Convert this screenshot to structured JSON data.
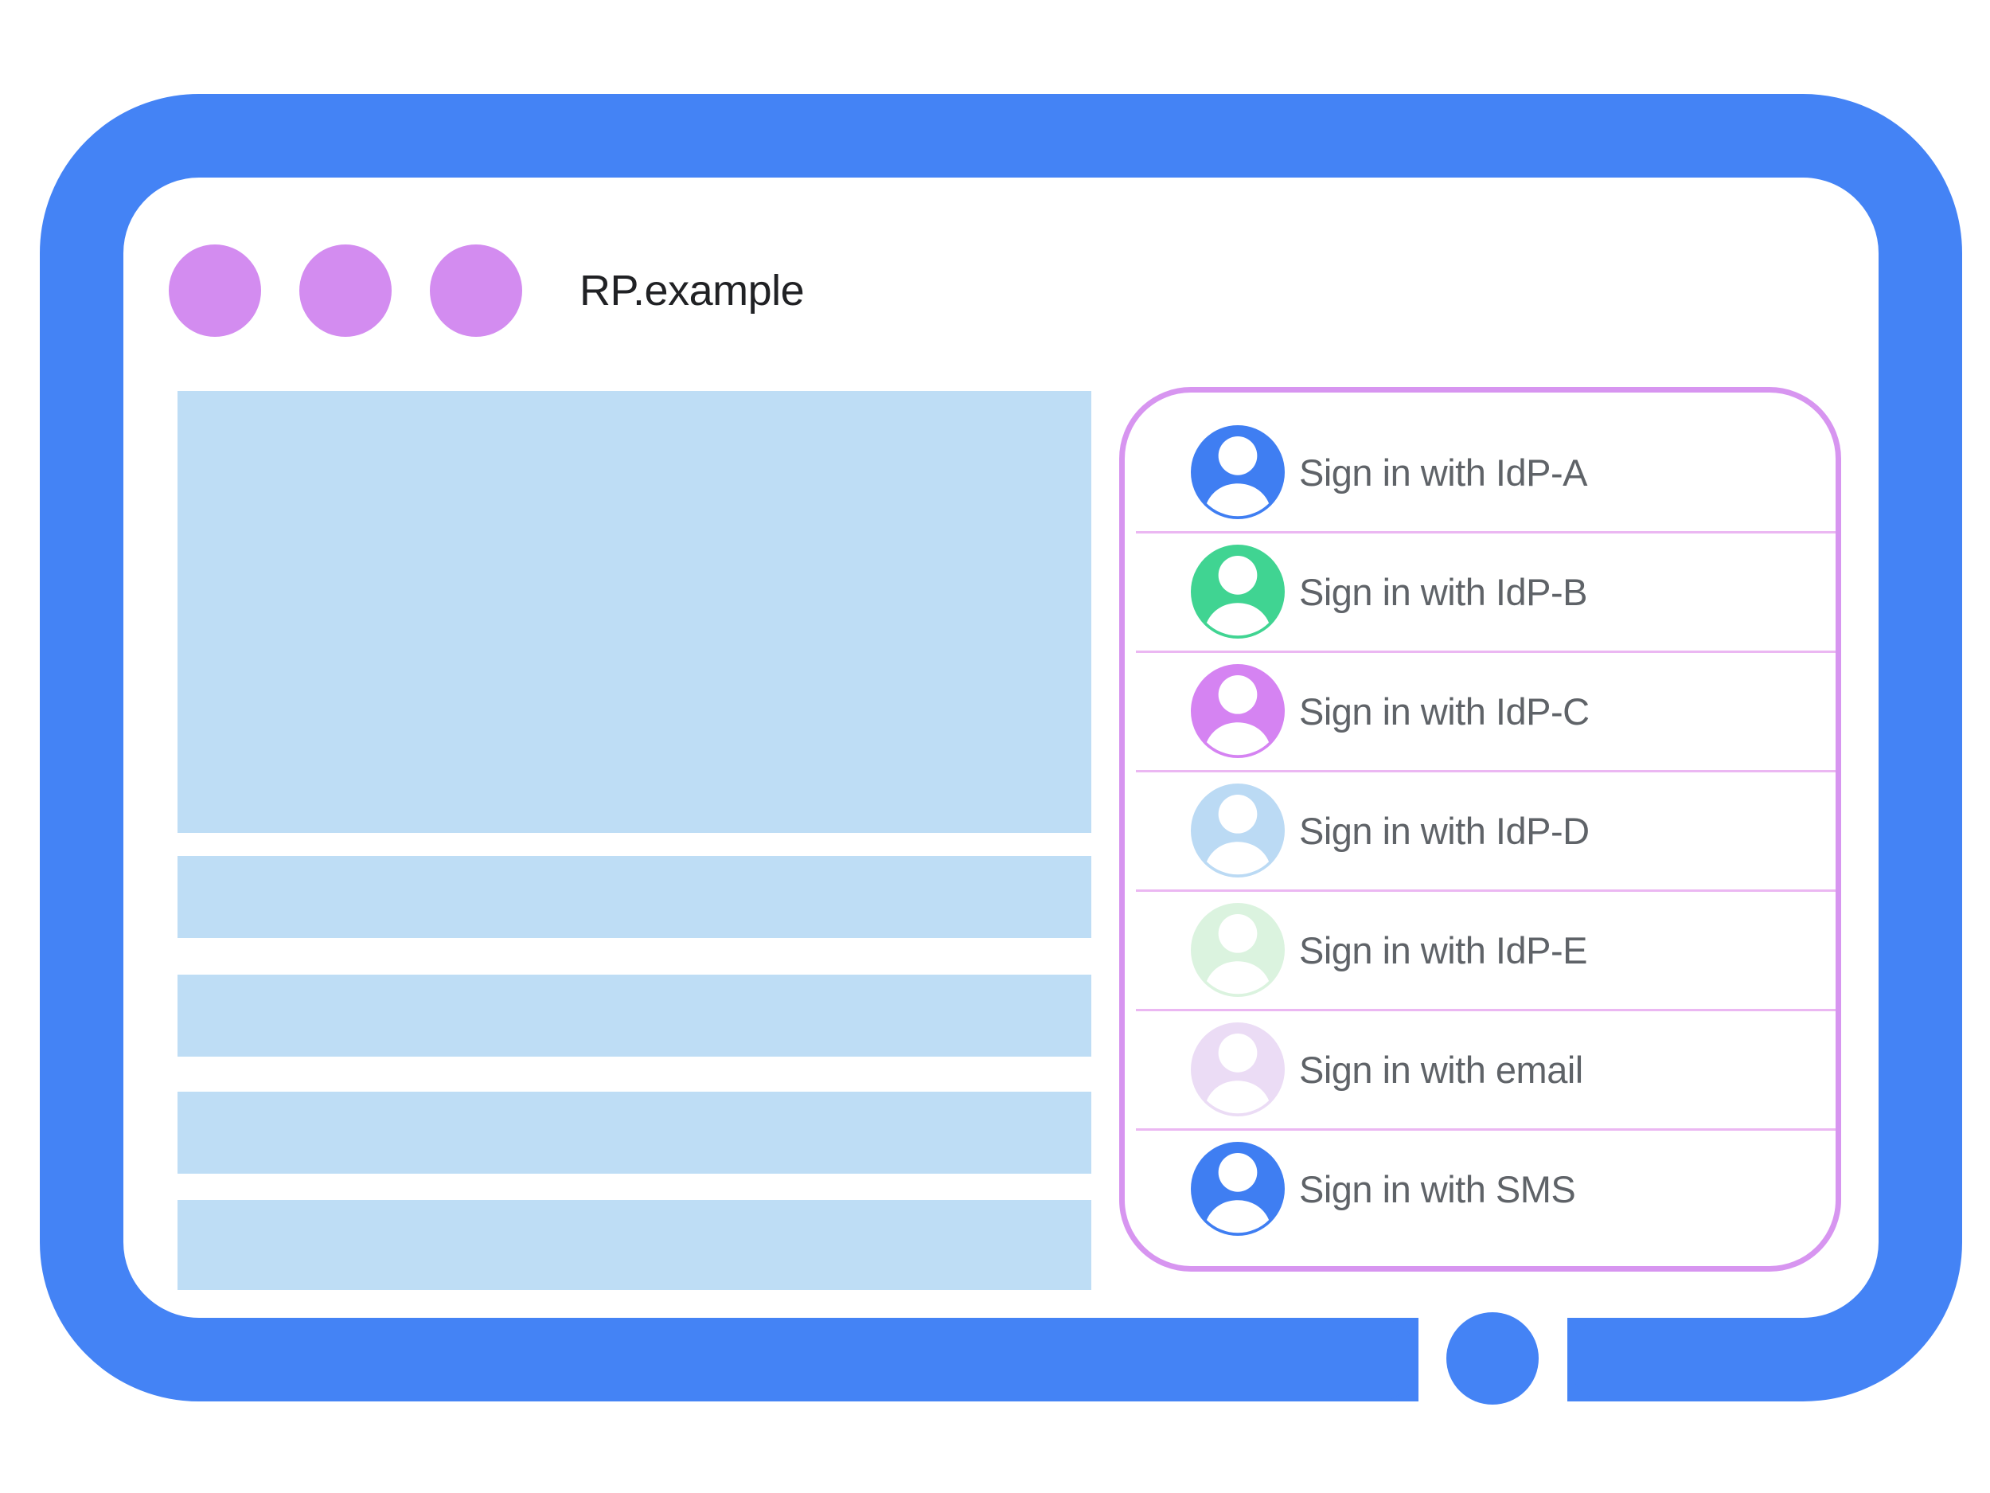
{
  "window": {
    "title": "RP.example"
  },
  "signin_panel": {
    "options": [
      {
        "id": "idp-a",
        "label": "Sign in with IdP-A",
        "avatar_color": "#3F7EF2"
      },
      {
        "id": "idp-b",
        "label": "Sign in with IdP-B",
        "avatar_color": "#40D492"
      },
      {
        "id": "idp-c",
        "label": "Sign in with IdP-C",
        "avatar_color": "#D583F2"
      },
      {
        "id": "idp-d",
        "label": "Sign in with IdP-D",
        "avatar_color": "#BBDAF4"
      },
      {
        "id": "idp-e",
        "label": "Sign in with IdP-E",
        "avatar_color": "#DBF3DF"
      },
      {
        "id": "email",
        "label": "Sign in with email",
        "avatar_color": "#EBDCF5"
      },
      {
        "id": "sms",
        "label": "Sign in with SMS",
        "avatar_color": "#3F7EF2"
      }
    ]
  },
  "colors": {
    "frame_blue": "#4483F5",
    "dot_purple": "#D38CF0",
    "placeholder_blue": "#BEDDF5",
    "panel_border": "#D795F0",
    "panel_divider": "#EBB7F2",
    "label_gray": "#5F6368",
    "title_black": "#202124",
    "avatar_person": "#FFFFFF"
  }
}
